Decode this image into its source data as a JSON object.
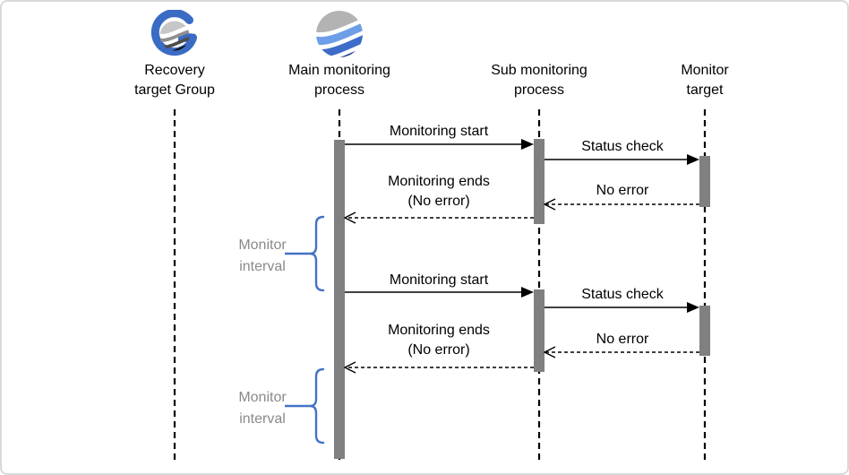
{
  "diagram_type": "sequence-diagram",
  "actors": [
    {
      "id": "recovery-target-group",
      "line1": "Recovery",
      "line2": "target Group",
      "icon": "g-globe-icon"
    },
    {
      "id": "main-monitoring-process",
      "line1": "Main monitoring",
      "line2": "process",
      "icon": "globe-waves-icon"
    },
    {
      "id": "sub-monitoring-process",
      "line1": "Sub monitoring",
      "line2": "process",
      "icon": null
    },
    {
      "id": "monitor-target",
      "line1": "Monitor",
      "line2": "target",
      "icon": null
    }
  ],
  "messages": [
    {
      "label": "Monitoring start",
      "from": "Main monitoring process",
      "to": "Sub monitoring process",
      "style": "solid"
    },
    {
      "label": "Status check",
      "from": "Sub monitoring process",
      "to": "Monitor target",
      "style": "solid"
    },
    {
      "label": "No error",
      "from": "Monitor target",
      "to": "Sub monitoring process",
      "style": "dashed"
    },
    {
      "label": "Monitoring ends",
      "label2": "(No error)",
      "from": "Sub monitoring process",
      "to": "Main monitoring process",
      "style": "dashed"
    },
    {
      "label": "Monitoring start",
      "from": "Main monitoring process",
      "to": "Sub monitoring process",
      "style": "solid"
    },
    {
      "label": "Status check",
      "from": "Sub monitoring process",
      "to": "Monitor target",
      "style": "solid"
    },
    {
      "label": "No error",
      "from": "Monitor target",
      "to": "Sub monitoring process",
      "style": "dashed"
    },
    {
      "label": "Monitoring ends",
      "label2": "(No error)",
      "from": "Sub monitoring process",
      "to": "Main monitoring process",
      "style": "dashed"
    }
  ],
  "annotations": [
    {
      "line1": "Monitor",
      "line2": "interval"
    },
    {
      "line1": "Monitor",
      "line2": "interval"
    }
  ],
  "icons": {
    "recovery_group": "g-globe-icon",
    "main_process": "globe-waves-icon"
  },
  "colors": {
    "activation_bar": "#808080",
    "lifeline": "#000000",
    "brace": "#4472C4",
    "annotation_text": "#8a8a8a",
    "border": "#d9d9d9",
    "icon_g_ring": "#3A6BC5",
    "icon_globe_bands_blue": [
      "#b3b3b3",
      "#6D9EE8",
      "#3D6CC8",
      "#16357F"
    ],
    "icon_globe_bands_gray": [
      "#c6c6c6",
      "#8f8f8f",
      "#4d4d4d",
      "#111111"
    ]
  }
}
